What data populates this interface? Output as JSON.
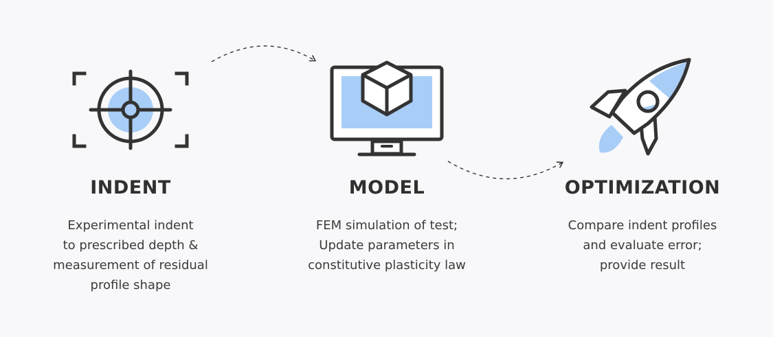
{
  "steps": [
    {
      "icon": "target-icon",
      "title": "INDENT",
      "lines": [
        "Experimental indent",
        "to prescribed depth &",
        "measurement of residual",
        "profile shape"
      ]
    },
    {
      "icon": "monitor-cube-icon",
      "title": "MODEL",
      "lines": [
        "FEM simulation of test;",
        "Update parameters in",
        "constitutive plasticity law"
      ]
    },
    {
      "icon": "rocket-icon",
      "title": "OPTIMIZATION",
      "lines": [
        "Compare indent profiles",
        "and evaluate error;",
        "provide result"
      ]
    }
  ],
  "colors": {
    "background": "#f8f8fa",
    "stroke": "#333333",
    "accent": "#a8cdf7"
  }
}
